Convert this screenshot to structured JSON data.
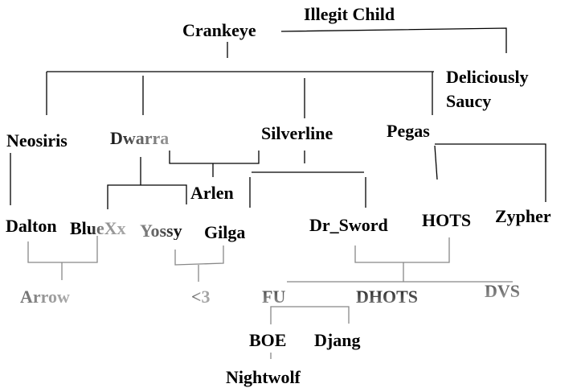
{
  "diagram": {
    "type": "family-tree",
    "nodes": {
      "crankeye": "Crankeye",
      "illegit_child": "Illegit Child",
      "deliciously_saucy_line1": "Deliciously",
      "deliciously_saucy_line2": "Saucy",
      "neosiris": "Neosiris",
      "dwarra": "Dwarra",
      "silverline": "Silverline",
      "pegas": "Pegas",
      "arlen": "Arlen",
      "dalton": "Dalton",
      "bluexx": "BlueXx",
      "yossy": "Yossy",
      "gilga": "Gilga",
      "dr_sword": "Dr_Sword",
      "hots": "HOTS",
      "zypher": "Zypher",
      "arrow": "Arrow",
      "heart": "<3",
      "fu": "FU",
      "dhots": "DHOTS",
      "dvs": "DVS",
      "boe": "BOE",
      "djang": "Djang",
      "nightwolf": "Nightwolf"
    },
    "relations": [
      {
        "parents": [
          "Crankeye"
        ],
        "children": [
          "Neosiris",
          "Dwarra",
          "Silverline",
          "Pegas"
        ]
      },
      {
        "parents": [
          "Crankeye"
        ],
        "children": [
          "Deliciously Saucy"
        ],
        "label": "Illegit Child"
      },
      {
        "parents": [
          "Neosiris"
        ],
        "children": [
          "Dalton"
        ]
      },
      {
        "parents": [
          "Dwarra"
        ],
        "children": [
          "BlueXx",
          "Yossy"
        ]
      },
      {
        "parents": [
          "Dwarra",
          "Silverline"
        ],
        "children": [
          "Arlen"
        ]
      },
      {
        "parents": [
          "Silverline"
        ],
        "children": [
          "Gilga",
          "Dr_Sword"
        ]
      },
      {
        "parents": [
          "Pegas"
        ],
        "children": [
          "HOTS",
          "Zypher"
        ]
      },
      {
        "parents": [
          "Dalton",
          "BlueXx"
        ],
        "children": [
          "Arrow"
        ]
      },
      {
        "parents": [
          "Yossy",
          "Gilga"
        ],
        "children": [
          "<3"
        ]
      },
      {
        "parents": [
          "Dr_Sword",
          "HOTS"
        ],
        "children": [
          "FU",
          "DHOTS",
          "DVS"
        ]
      },
      {
        "parents": [
          "FU"
        ],
        "children": [
          "BOE",
          "Djang"
        ]
      },
      {
        "parents": [
          "BOE"
        ],
        "children": [
          "Nightwolf"
        ]
      }
    ]
  }
}
